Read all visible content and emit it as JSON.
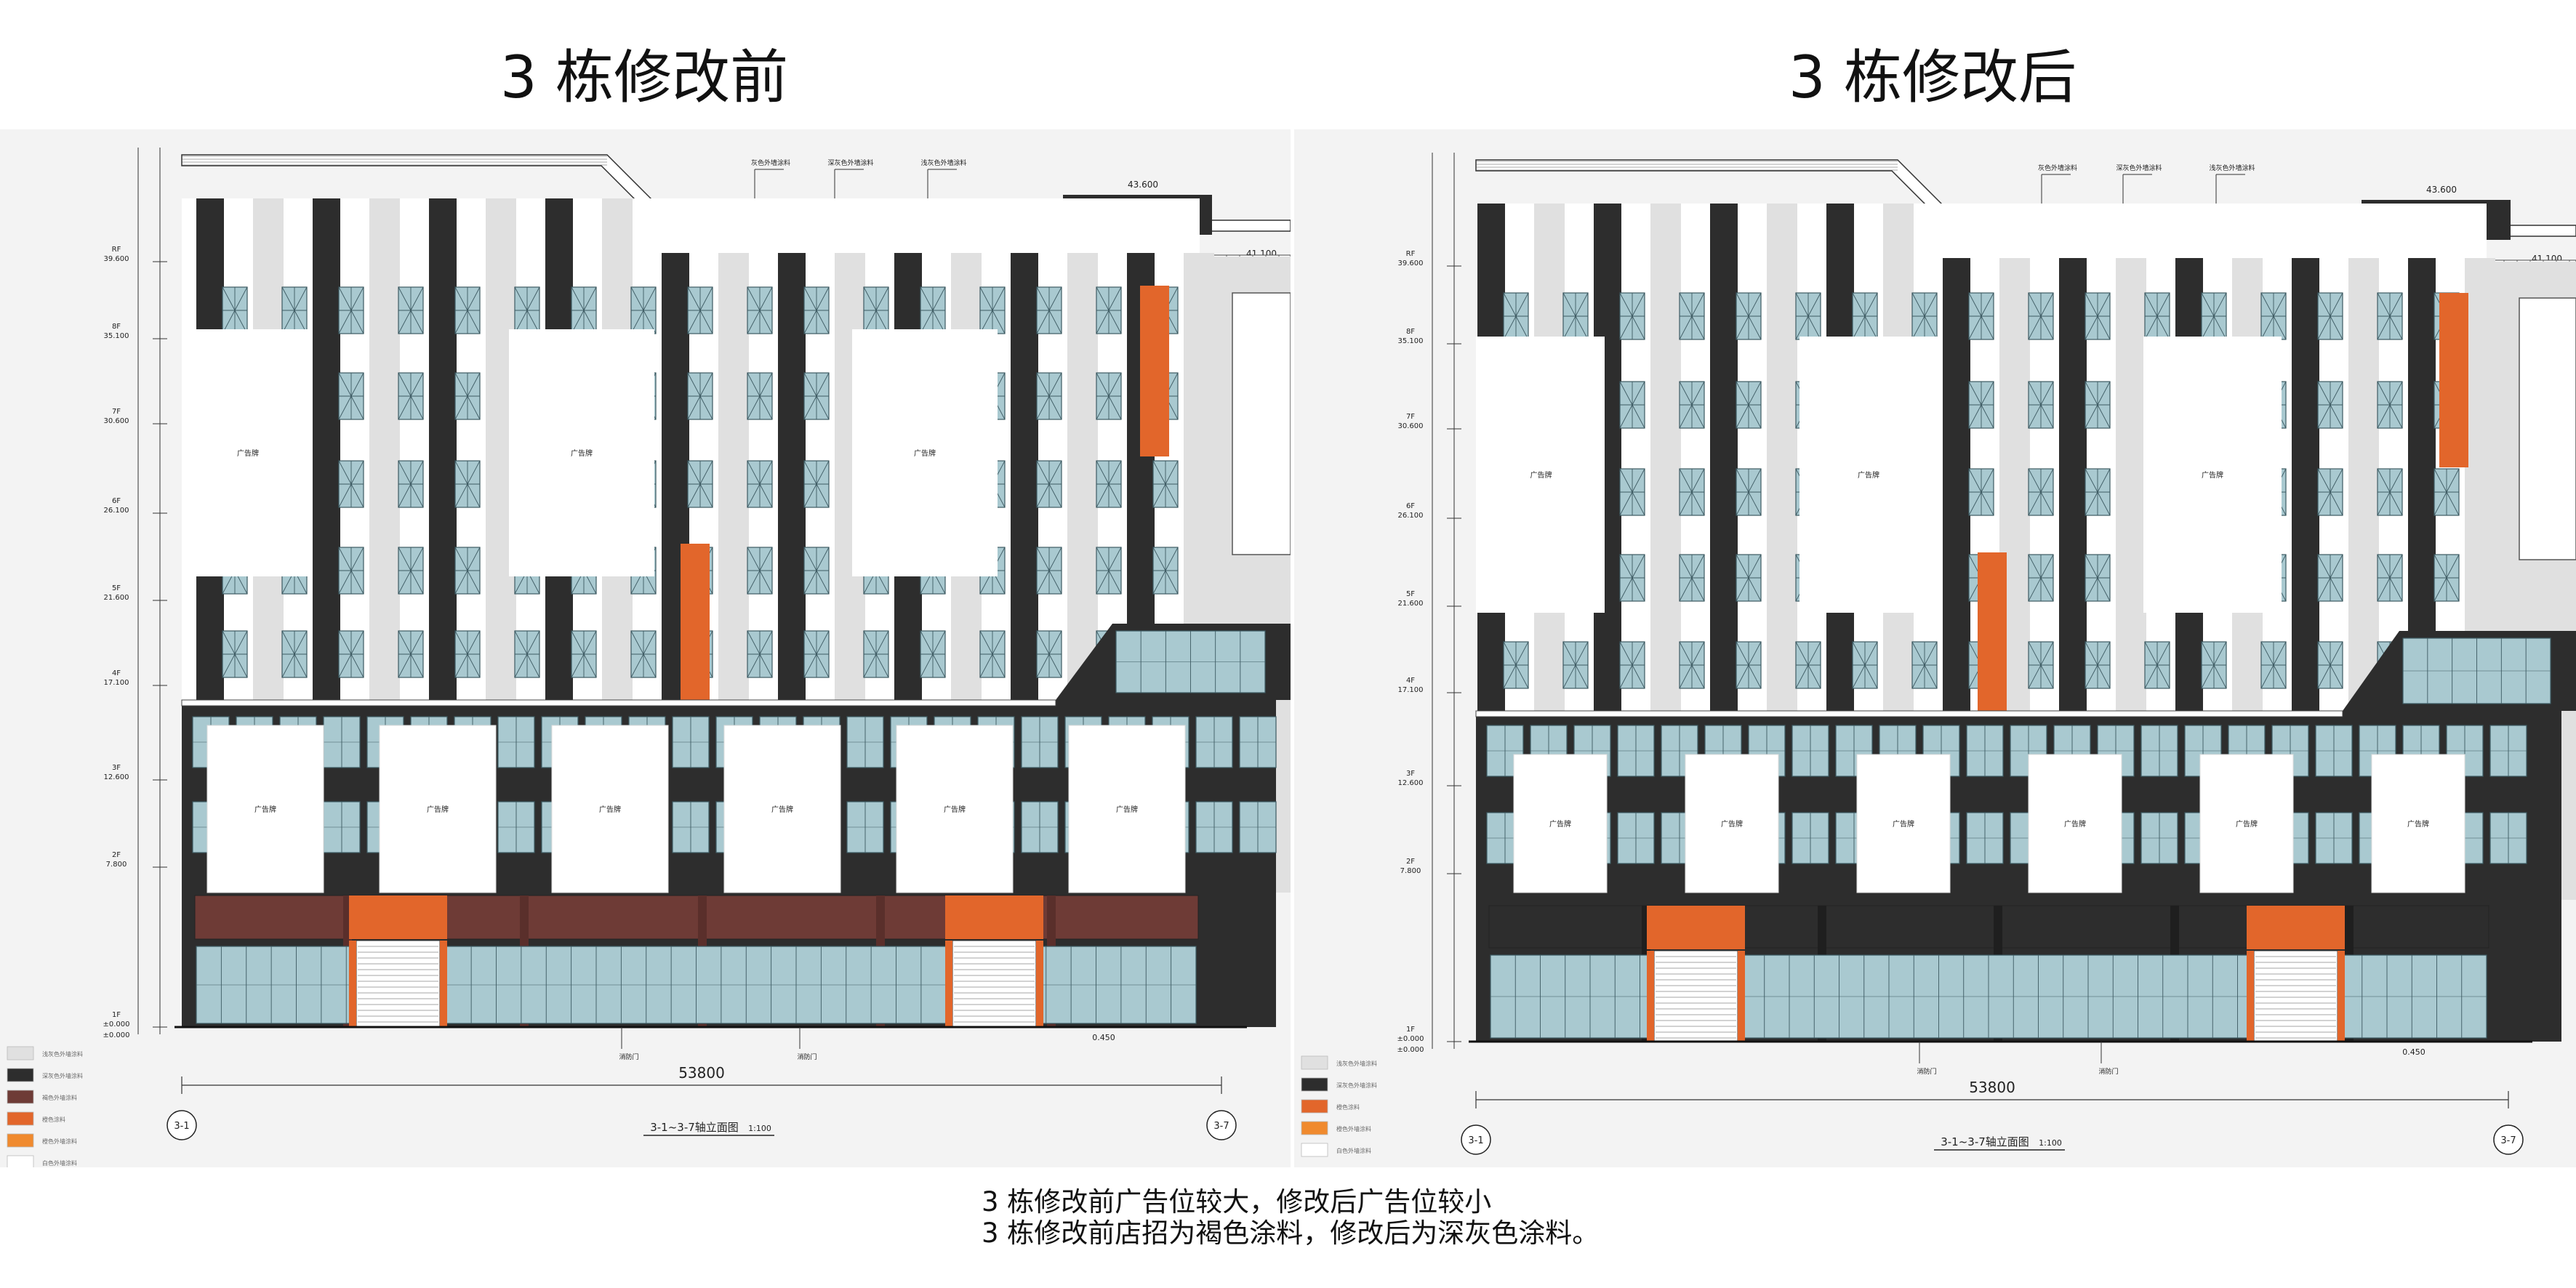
{
  "titles": {
    "before": "3 栋修改前",
    "after": "3 栋修改后"
  },
  "captions": {
    "line1": "3 栋修改前广告位较大，修改后广告位较小",
    "line2": "3 栋修改前店招为褐色涂料，修改后为深灰色涂料。"
  },
  "drawing": {
    "ad_label": "广告牌",
    "dimension_total": "53800",
    "axis_left": "3-1",
    "axis_right": "3-7",
    "drawing_title": "3-1~3-7轴立面图",
    "scale": "1:100",
    "top_elevation": "43.600",
    "roof_elevation": "41.100",
    "ground_elevation": "±0.000",
    "step_elevation": "0.450",
    "floors": [
      {
        "label": "RF",
        "elev": "39.600"
      },
      {
        "label": "8F",
        "elev": "35.100"
      },
      {
        "label": "7F",
        "elev": "30.600"
      },
      {
        "label": "6F",
        "elev": "26.100"
      },
      {
        "label": "5F",
        "elev": "21.600"
      },
      {
        "label": "4F",
        "elev": "17.100"
      },
      {
        "label": "3F",
        "elev": "12.600"
      },
      {
        "label": "2F",
        "elev": "7.800"
      },
      {
        "label": "1F",
        "elev": "±0.000"
      }
    ],
    "callouts": [
      "灰色外墙涂料",
      "深灰色外墙涂料",
      "浅灰色外墙涂料"
    ],
    "legend_before": [
      {
        "label": "浅灰色外墙涂料",
        "color": "#e0e0e0"
      },
      {
        "label": "深灰色外墙涂料",
        "color": "#2d2d2d"
      },
      {
        "label": "褐色外墙涂料",
        "color": "#6e3b36"
      },
      {
        "label": "橙色涂料",
        "color": "#e2662b"
      },
      {
        "label": "橙色外墙涂料",
        "color": "#f08a2e"
      },
      {
        "label": "白色外墙涂料",
        "color": "#ffffff"
      }
    ],
    "legend_after": [
      {
        "label": "浅灰色外墙涂料",
        "color": "#e0e0e0"
      },
      {
        "label": "深灰色外墙涂料",
        "color": "#2d2d2d"
      },
      {
        "label": "橙色涂料",
        "color": "#e2662b"
      },
      {
        "label": "橙色外墙涂料",
        "color": "#f08a2e"
      },
      {
        "label": "白色外墙涂料",
        "color": "#ffffff"
      }
    ],
    "door_label": "消防门"
  },
  "colors": {
    "panel_bg": "#f3f3f3",
    "dark": "#2d2d2d",
    "light": "#e0e0e0",
    "glass": "#a9c9d0",
    "brown": "#6e3b36",
    "orange": "#e2662b",
    "white": "#ffffff"
  }
}
